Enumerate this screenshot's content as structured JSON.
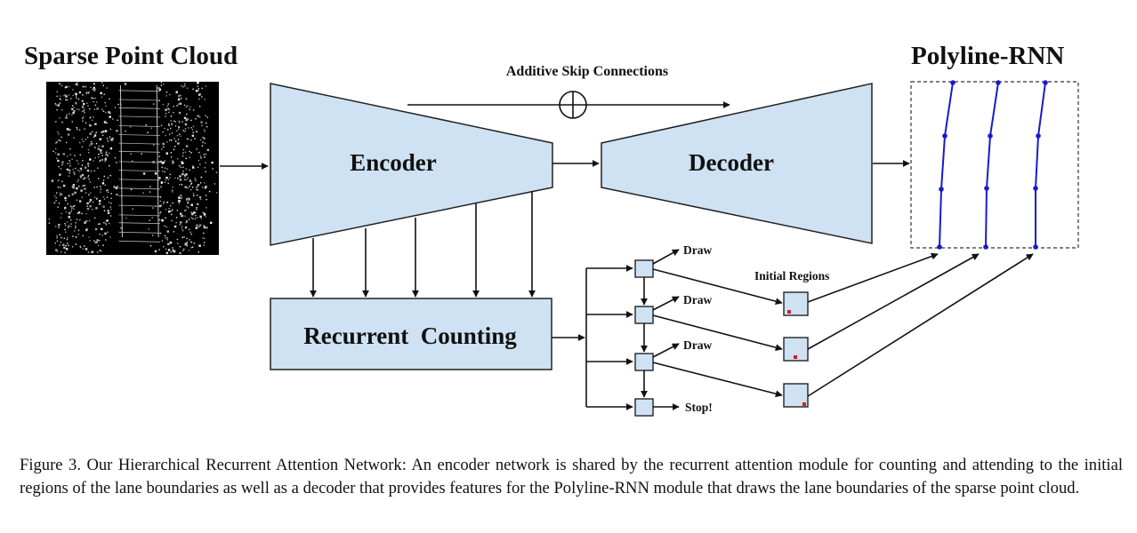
{
  "titles": {
    "input": "Sparse Point Cloud",
    "output": "Polyline-RNN"
  },
  "labels": {
    "skip": "Additive Skip Connections",
    "encoder": "Encoder",
    "decoder": "Decoder",
    "counting": "Recurrent  Counting",
    "initial_regions": "Initial Regions",
    "draw": "Draw",
    "stop": "Stop!"
  },
  "caption": "Figure 3. Our Hierarchical Recurrent Attention Network: An encoder network is shared by the recurrent attention module for counting and attending to the initial regions of the lane boundaries as well as a decoder that provides features for the Polyline-RNN module that draws the lane boundaries of the sparse point cloud.",
  "colors": {
    "block_fill": "#cfe2f3",
    "stroke": "#222222",
    "polyline": "#1a1acc",
    "region_marker": "#d42020",
    "point_cloud_bg": "#000000"
  },
  "icons": [
    "plus-circle-icon",
    "arrow-icon"
  ]
}
